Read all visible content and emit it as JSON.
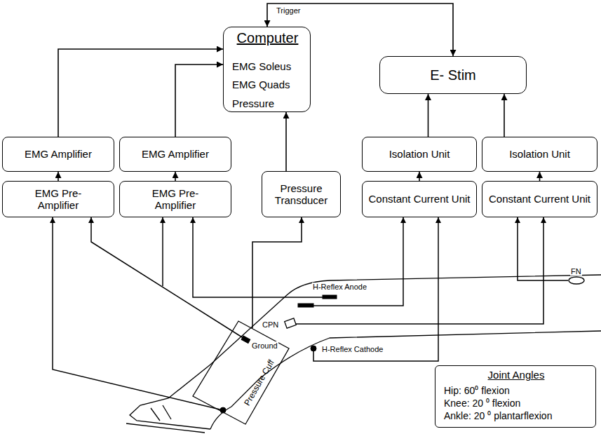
{
  "diagram": {
    "nodes": [
      {
        "text": [
          "Computer",
          "EMG Soleus",
          "EMG Quads",
          "Pressure"
        ]
      },
      {
        "text": [
          "E- Stim"
        ]
      },
      {
        "text": [
          "EMG Amplifier"
        ]
      },
      {
        "text": [
          "EMG Amplifier"
        ]
      },
      {
        "text": [
          "Pressure Transducer"
        ]
      },
      {
        "text": [
          "Isolation Unit"
        ]
      },
      {
        "text": [
          "Isolation Unit"
        ]
      },
      {
        "text": [
          "EMG Pre-Amplifier"
        ]
      },
      {
        "text": [
          "EMG Pre-Amplifier"
        ]
      },
      {
        "text": [
          "Constant Current Unit"
        ]
      },
      {
        "text": [
          "Constant Current Unit"
        ]
      },
      {
        "text": [
          "Joint Angles",
          "Hip: 60⁰ flexion",
          "Knee: 20 ⁰ flexion",
          "Ankle: 20 ⁰ plantarflexion"
        ]
      }
    ],
    "edges": [
      {
        "from": 2,
        "to": 0,
        "arrow": "to"
      },
      {
        "from": 3,
        "to": 0,
        "arrow": "to"
      },
      {
        "from": 4,
        "to": 0,
        "arrow": "to"
      },
      {
        "from": 0,
        "to": 1,
        "label": "Trigger",
        "arrow": "both"
      },
      {
        "from": 5,
        "to": 1,
        "arrow": "to"
      },
      {
        "from": 6,
        "to": 1,
        "arrow": "to"
      },
      {
        "from": 7,
        "to": 2,
        "arrow": "to"
      },
      {
        "from": 8,
        "to": 3,
        "arrow": "to"
      },
      {
        "from": 9,
        "to": 5,
        "arrow": "to"
      },
      {
        "from": 10,
        "to": 6,
        "arrow": "to"
      }
    ],
    "labels": [
      "H-Reflex Anode",
      "FN",
      "CPN",
      "H-Reflex Cathode",
      "Ground",
      "Pressure Cuff"
    ]
  }
}
